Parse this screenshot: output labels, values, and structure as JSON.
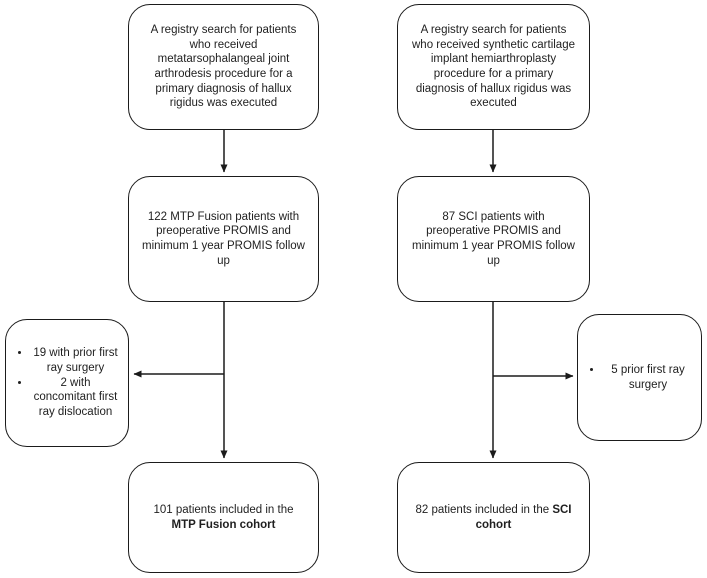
{
  "figure": {
    "left_column": {
      "search_box": "A registry search for patients who received metatarsophalangeal joint arthrodesis procedure for a primary diagnosis of hallux rigidus was executed",
      "followup_box": "122 MTP Fusion patients with preoperative PROMIS and minimum 1 year PROMIS follow up",
      "exclusions": [
        "19 with prior first ray surgery",
        "2 with concomitant first ray dislocation"
      ],
      "final_box_regular": "101 patients included in the ",
      "final_box_bold": "MTP Fusion cohort"
    },
    "right_column": {
      "search_box": "A registry search for patients who received synthetic cartilage implant hemiarthroplasty procedure for a primary diagnosis of hallux rigidus was executed",
      "followup_box": "87 SCI patients with preoperative PROMIS and minimum 1 year PROMIS follow up",
      "exclusions": [
        "5 prior first ray surgery"
      ],
      "final_box_regular": "82 patients included in the ",
      "final_box_bold": "SCI cohort"
    },
    "colors": {
      "line": "#1b1b1b",
      "text": "#1f1f1f",
      "background": "#ffffff"
    }
  }
}
